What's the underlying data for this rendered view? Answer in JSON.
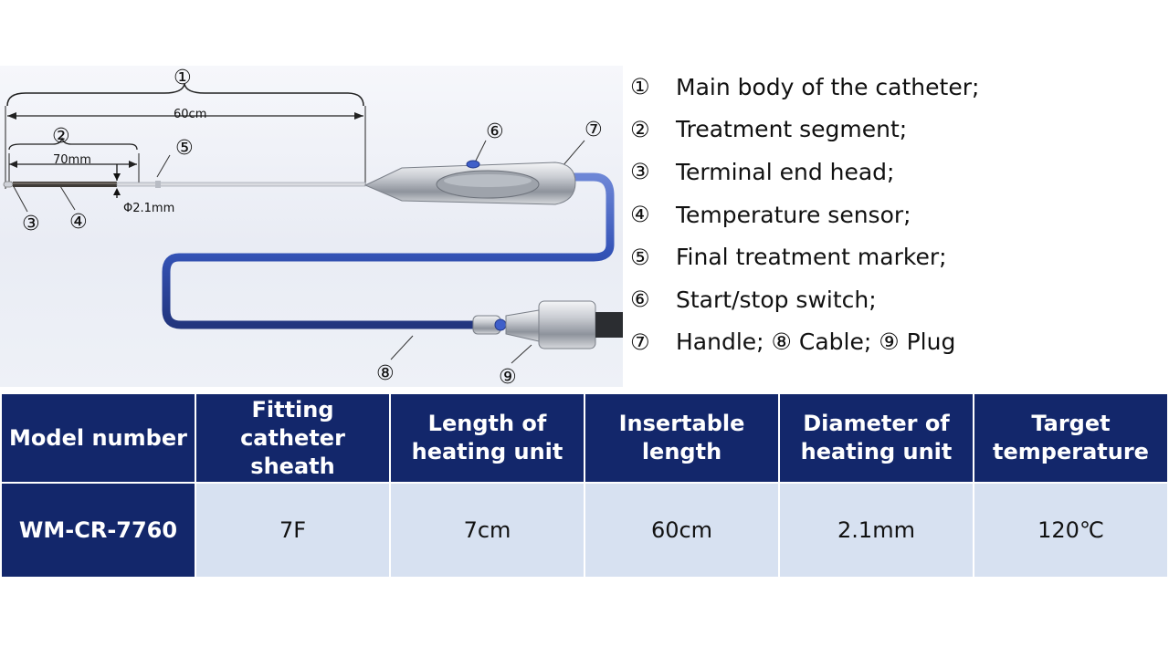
{
  "diagram": {
    "callouts": [
      "①",
      "②",
      "③",
      "④",
      "⑤",
      "⑥",
      "⑦",
      "⑧",
      "⑨"
    ],
    "dimension_60": "60cm",
    "dimension_70": "70mm",
    "diameter": "Φ2.1mm"
  },
  "legend": [
    {
      "num": "①",
      "text": "Main body of the catheter;"
    },
    {
      "num": "②",
      "text": "Treatment segment;"
    },
    {
      "num": "③",
      "text": "Terminal end head;"
    },
    {
      "num": "④",
      "text": "Temperature sensor;"
    },
    {
      "num": "⑤",
      "text": "Final treatment marker;"
    },
    {
      "num": "⑥",
      "text": "Start/stop switch;"
    },
    {
      "num": "⑦",
      "text": "Handle; ⑧ Cable; ⑨ Plug"
    }
  ],
  "table": {
    "headers": [
      "Model number",
      "Fitting catheter sheath",
      "Length of heating unit",
      "Insertable length",
      "Diameter of heating unit",
      "Target temperature"
    ],
    "row": [
      "WM-CR-7760",
      "7F",
      "7cm",
      "60cm",
      "2.1mm",
      "120℃"
    ]
  },
  "colors": {
    "header_bg": "#13276b",
    "cell_bg": "#d7e1f1",
    "cable": "#3554b8"
  }
}
